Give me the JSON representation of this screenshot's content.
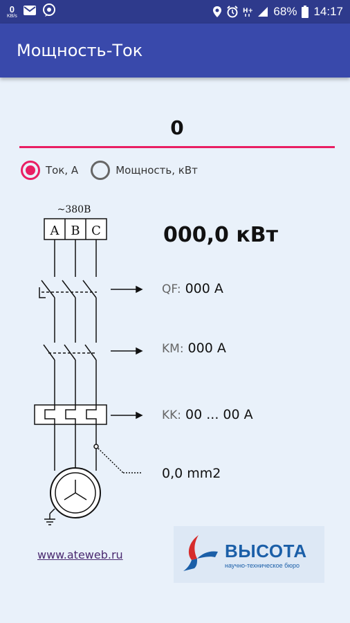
{
  "status_bar": {
    "data_rate": "0",
    "data_unit": "KB/s",
    "battery": "68%",
    "time": "14:17"
  },
  "app": {
    "title": "Мощность-Ток"
  },
  "input": {
    "value": "0"
  },
  "radio": {
    "current_label": "Ток, А",
    "power_label": "Мощность, кВт",
    "selected": "current"
  },
  "schematic": {
    "voltage": "~380В",
    "phases": [
      "A",
      "B",
      "C"
    ],
    "power": "000,0 кВт",
    "qf_key": "QF:",
    "qf_value": "000 А",
    "km_key": "KM:",
    "km_value": "000 А",
    "kk_key": "KK:",
    "kk_value": "00 ... 00 А",
    "cable": "0,0 mm2"
  },
  "footer": {
    "website": "www.ateweb.ru",
    "logo_title": "ВЫСОТА",
    "logo_subtitle": "научно-техническое бюро"
  },
  "colors": {
    "status_bar": "#2e3a8c",
    "app_bar": "#3949ab",
    "accent": "#e91e63",
    "background": "#e9f1fa",
    "logo_blue": "#1b5fa8",
    "logo_red": "#d62c2c"
  }
}
